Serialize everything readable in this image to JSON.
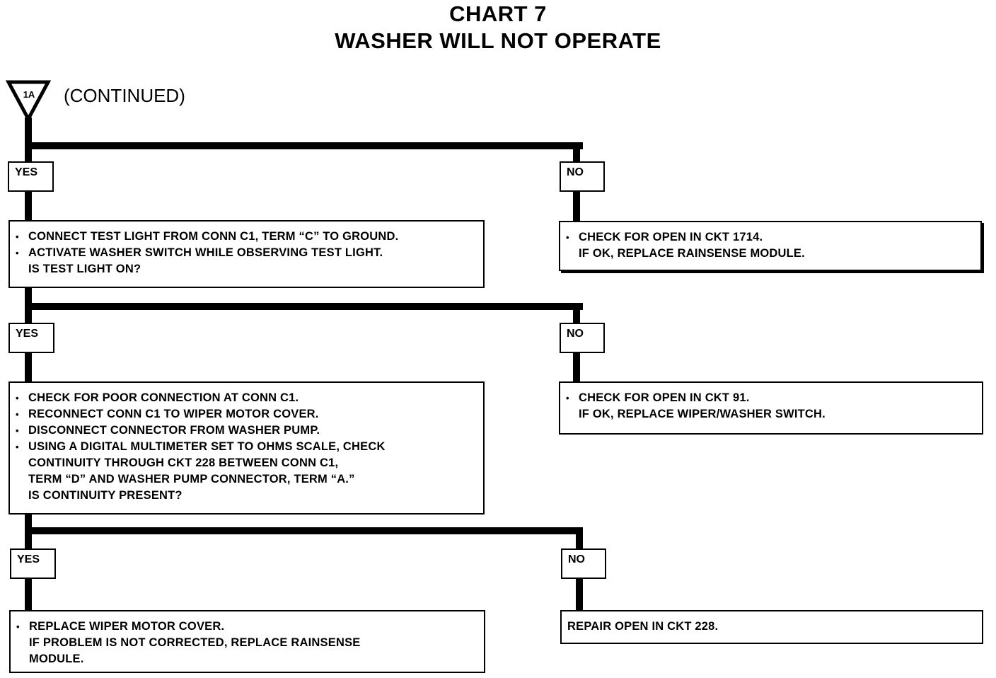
{
  "header": {
    "title_line1": "CHART 7",
    "title_line2": "WASHER WILL NOT OPERATE"
  },
  "entry": {
    "marker": "1A",
    "continued_label": "(CONTINUED)"
  },
  "branches": {
    "yes": "YES",
    "no": "NO"
  },
  "steps": {
    "step1": {
      "items": [
        "CONNECT TEST LIGHT FROM CONN C1, TERM “C” TO GROUND.",
        "ACTIVATE WASHER SWITCH WHILE OBSERVING TEST LIGHT.\nIS TEST LIGHT ON?"
      ]
    },
    "step1_no": {
      "items": [
        "CHECK FOR OPEN IN CKT 1714.\nIF OK, REPLACE RAINSENSE MODULE."
      ]
    },
    "step2": {
      "items": [
        "CHECK FOR POOR CONNECTION AT CONN C1.",
        "RECONNECT CONN C1 TO WIPER MOTOR COVER.",
        "DISCONNECT CONNECTOR FROM WASHER PUMP.",
        "USING A DIGITAL MULTIMETER SET TO OHMS SCALE, CHECK\nCONTINUITY THROUGH CKT 228 BETWEEN CONN C1,\nTERM “D” AND WASHER PUMP CONNECTOR, TERM “A.”\nIS CONTINUITY PRESENT?"
      ]
    },
    "step2_no": {
      "items": [
        "CHECK FOR OPEN IN CKT 91.\nIF OK, REPLACE WIPER/WASHER SWITCH."
      ]
    },
    "step3_yes": {
      "items": [
        "REPLACE WIPER MOTOR COVER.\nIF PROBLEM IS NOT CORRECTED, REPLACE RAINSENSE\nMODULE."
      ]
    },
    "step3_no": {
      "text": "REPAIR OPEN IN CKT 228."
    }
  }
}
